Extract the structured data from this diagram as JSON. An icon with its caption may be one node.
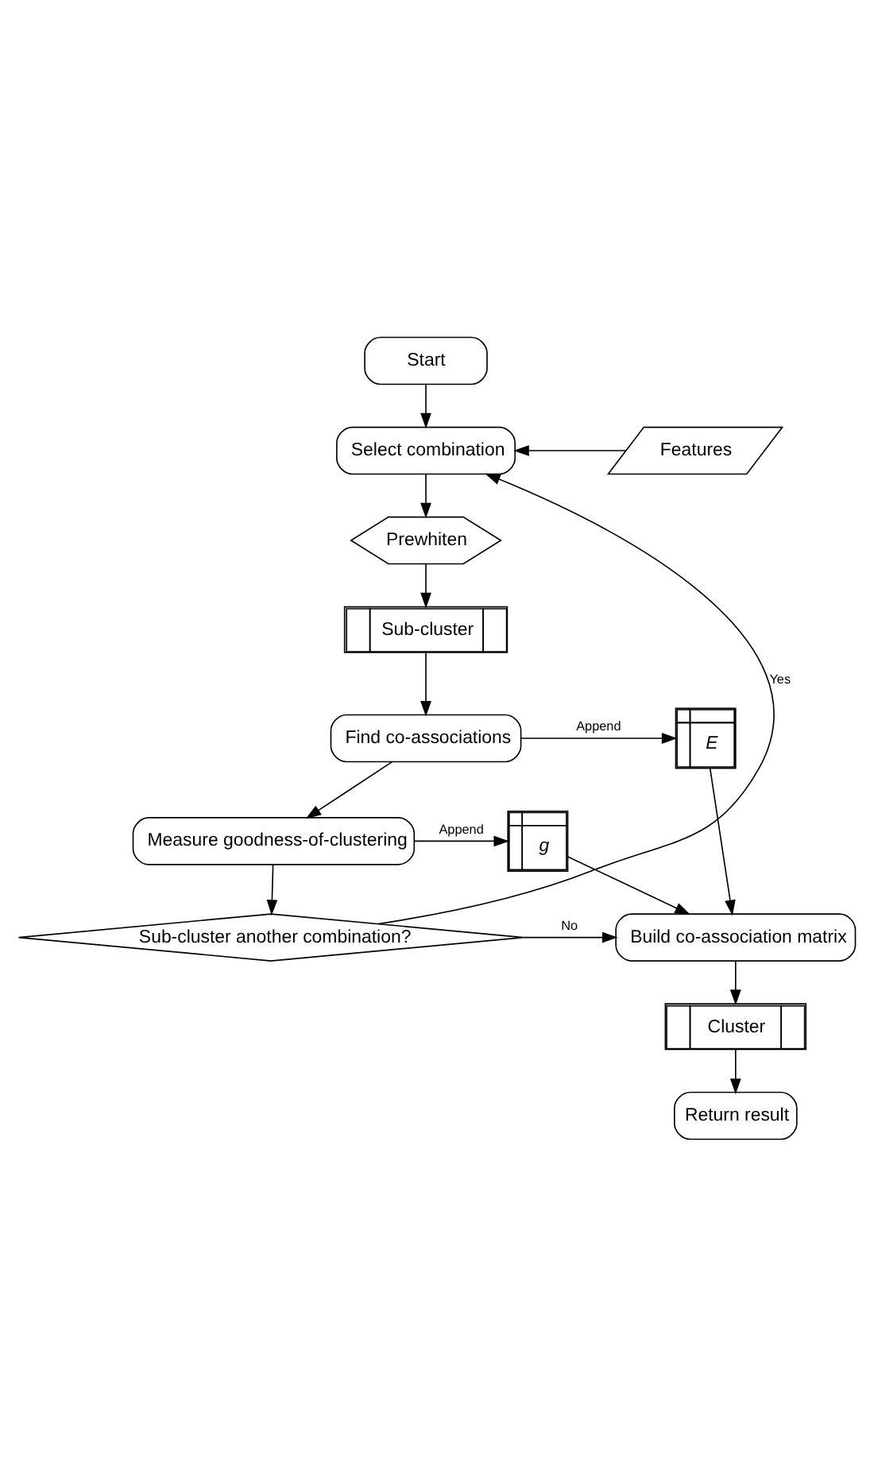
{
  "diagram": {
    "nodes": [
      {
        "text": [
          "Start"
        ]
      },
      {
        "text": [
          "Select combination"
        ]
      },
      {
        "text": [
          "Features"
        ]
      },
      {
        "text": [
          "Prewhiten"
        ]
      },
      {
        "text": [
          "Sub-cluster"
        ]
      },
      {
        "text": [
          "Find co-associations"
        ]
      },
      {
        "text": [
          "E"
        ]
      },
      {
        "text": [
          "Measure goodness-of-clustering"
        ]
      },
      {
        "text": [
          "g"
        ]
      },
      {
        "text": [
          "Sub-cluster another combination?"
        ]
      },
      {
        "text": [
          "Build co-association matrix"
        ]
      },
      {
        "text": [
          "Cluster"
        ]
      },
      {
        "text": [
          "Return result"
        ]
      }
    ],
    "edges": [
      {
        "from": 0,
        "to": 1,
        "arrow": "to"
      },
      {
        "from": 2,
        "to": 1,
        "arrow": "to"
      },
      {
        "from": 1,
        "to": 3,
        "arrow": "to"
      },
      {
        "from": 3,
        "to": 4,
        "arrow": "to"
      },
      {
        "from": 4,
        "to": 5,
        "arrow": "to"
      },
      {
        "from": 5,
        "to": 6,
        "arrow": "to",
        "label": "Append"
      },
      {
        "from": 5,
        "to": 7,
        "arrow": "to"
      },
      {
        "from": 7,
        "to": 8,
        "arrow": "to",
        "label": "Append"
      },
      {
        "from": 7,
        "to": 9,
        "arrow": "to"
      },
      {
        "from": 9,
        "to": 1,
        "arrow": "to",
        "label": "Yes"
      },
      {
        "from": 9,
        "to": 10,
        "arrow": "to",
        "label": "No"
      },
      {
        "from": 8,
        "to": 10,
        "arrow": "to"
      },
      {
        "from": 6,
        "to": 10,
        "arrow": "to"
      },
      {
        "from": 10,
        "to": 11,
        "arrow": "to"
      },
      {
        "from": 11,
        "to": 12,
        "arrow": "to"
      }
    ]
  }
}
